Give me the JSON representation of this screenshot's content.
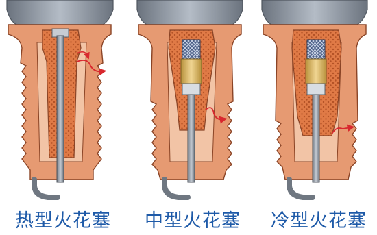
{
  "captions": {
    "hot": "热型火花塞",
    "medium": "中型火花塞",
    "cold": "冷型火花塞"
  },
  "colors": {
    "shell": "#e69a72",
    "shell_stroke": "#8a4426",
    "hex_nut": "#8b939e",
    "insulator": "#e07a46",
    "insulator_dots": "#b35226",
    "electrode": "#9098a2",
    "resistor": "#d8b45a",
    "mesh": "#4a5e86",
    "arrow": "#d8282e",
    "caption": "#1e5aa8"
  }
}
